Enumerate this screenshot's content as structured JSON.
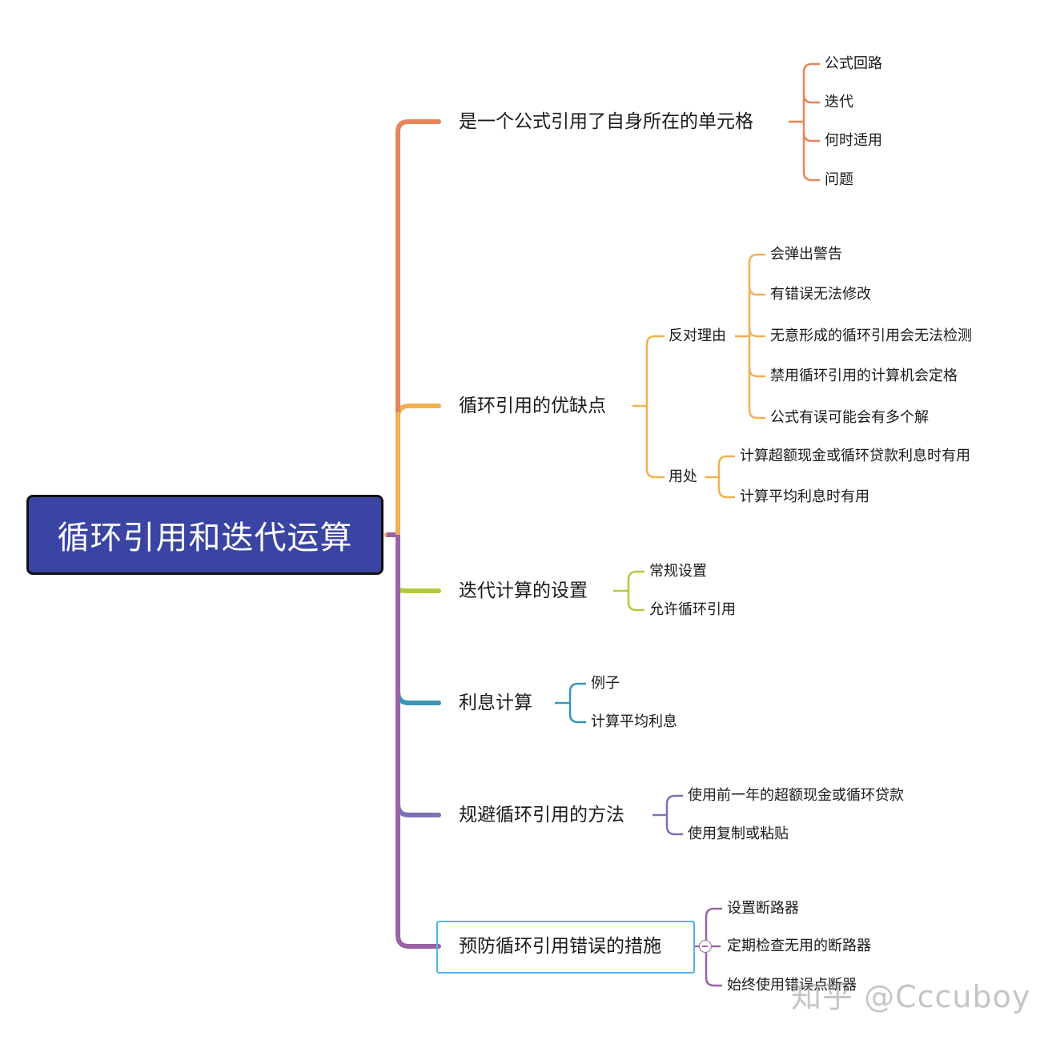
{
  "root": {
    "label": "循环引用和迭代运算"
  },
  "branches": [
    {
      "label": "是一个公式引用了自身所在的单元格",
      "color": "#e8845a",
      "children": [
        {
          "label": "公式回路"
        },
        {
          "label": "迭代"
        },
        {
          "label": "何时适用"
        },
        {
          "label": "问题"
        }
      ]
    },
    {
      "label": "循环引用的优缺点",
      "color": "#f2b04f",
      "children": [
        {
          "label": "反对理由",
          "children": [
            {
              "label": "会弹出警告"
            },
            {
              "label": "有错误无法修改"
            },
            {
              "label": "无意形成的循环引用会无法检测"
            },
            {
              "label": "禁用循环引用的计算机会定格"
            },
            {
              "label": "公式有误可能会有多个解"
            }
          ]
        },
        {
          "label": "用处",
          "children": [
            {
              "label": "计算超额现金或循环贷款利息时有用"
            },
            {
              "label": "计算平均利息时有用"
            }
          ]
        }
      ]
    },
    {
      "label": "迭代计算的设置",
      "color": "#b5c93d",
      "children": [
        {
          "label": "常规设置"
        },
        {
          "label": "允许循环引用"
        }
      ]
    },
    {
      "label": "利息计算",
      "color": "#3a95b5",
      "children": [
        {
          "label": "例子"
        },
        {
          "label": "计算平均利息"
        }
      ]
    },
    {
      "label": "规避循环引用的方法",
      "color": "#7a72b4",
      "children": [
        {
          "label": "使用前一年的超额现金或循环贷款"
        },
        {
          "label": "使用复制或粘贴"
        }
      ]
    },
    {
      "label": "预防循环引用错误的措施",
      "color": "#9a62a6",
      "children": [
        {
          "label": "设置断路器"
        },
        {
          "label": "定期检查无用的断路器"
        },
        {
          "label": "始终使用错误点断器"
        }
      ]
    }
  ],
  "watermark": "知乎 @Cccuboy"
}
